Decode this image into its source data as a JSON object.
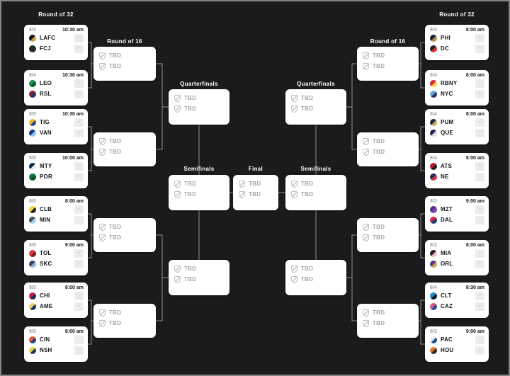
{
  "page": {
    "background": "#1b1b1d",
    "card_background": "#ffffff",
    "connector_color": "#8f8f8f",
    "header_text_color": "#ffffff",
    "muted_text_color": "#a8a8a8",
    "dark_text_color": "#141619"
  },
  "labels": {
    "round_of_32": "Round of 32",
    "round_of_16": "Round of 16",
    "quarterfinals": "Quarterfinals",
    "semifinals": "Semifinals",
    "final": "Final",
    "tbd": "TBD",
    "score_placeholder": "-"
  },
  "left_r32": [
    {
      "date": "8/3",
      "time": "10:30 am",
      "teams": [
        {
          "abbr": "LAFC",
          "c1": "#151515",
          "c2": "#c7a14e"
        },
        {
          "abbr": "FCJ",
          "c1": "#123524",
          "c2": "#2a2a2a"
        }
      ]
    },
    {
      "date": "8/4",
      "time": "10:30 am",
      "teams": [
        {
          "abbr": "LEO",
          "c1": "#16944a",
          "c2": "#0a5c2b"
        },
        {
          "abbr": "RSL",
          "c1": "#86203c",
          "c2": "#233a6b"
        }
      ]
    },
    {
      "date": "8/5",
      "time": "10:30 am",
      "teams": [
        {
          "abbr": "TIG",
          "c1": "#f4b71c",
          "c2": "#274b8a"
        },
        {
          "abbr": "VAN",
          "c1": "#123a7c",
          "c2": "#8fc3ec"
        }
      ]
    },
    {
      "date": "8/5",
      "time": "10:00 am",
      "teams": [
        {
          "abbr": "MTY",
          "c1": "#123150",
          "c2": "#e8eef5"
        },
        {
          "abbr": "POR",
          "c1": "#0f7a3d",
          "c2": "#0a5229"
        }
      ]
    },
    {
      "date": "8/5",
      "time": "8:00 am",
      "teams": [
        {
          "abbr": "CLB",
          "c1": "#f6d92c",
          "c2": "#242424"
        },
        {
          "abbr": "MIN",
          "c1": "#45525e",
          "c2": "#9fd7f2"
        }
      ]
    },
    {
      "date": "8/5",
      "time": "9:00 am",
      "teams": [
        {
          "abbr": "TOL",
          "c1": "#d63840",
          "c2": "#8f1b22"
        },
        {
          "abbr": "SKC",
          "c1": "#33466b",
          "c2": "#9cb3d8"
        }
      ]
    },
    {
      "date": "8/5",
      "time": "8:00 am",
      "teams": [
        {
          "abbr": "CHI",
          "c1": "#c31f3f",
          "c2": "#1b2f55"
        },
        {
          "abbr": "AME",
          "c1": "#e8d060",
          "c2": "#1d3a63"
        }
      ]
    },
    {
      "date": "8/5",
      "time": "8:00 am",
      "teams": [
        {
          "abbr": "CIN",
          "c1": "#e4572e",
          "c2": "#22418a"
        },
        {
          "abbr": "NSH",
          "c1": "#e5d93d",
          "c2": "#213a5f"
        }
      ]
    }
  ],
  "right_r32": [
    {
      "date": "8/4",
      "time": "8:00 am",
      "teams": [
        {
          "abbr": "PHI",
          "c1": "#17242f",
          "c2": "#b59455"
        },
        {
          "abbr": "DC",
          "c1": "#252525",
          "c2": "#d5372c"
        }
      ]
    },
    {
      "date": "8/4",
      "time": "8:00 am",
      "teams": [
        {
          "abbr": "RBNY",
          "c1": "#d7263c",
          "c2": "#f1d345"
        },
        {
          "abbr": "NYC",
          "c1": "#71a8d8",
          "c2": "#233a66"
        }
      ]
    },
    {
      "date": "8/4",
      "time": "8:00 am",
      "teams": [
        {
          "abbr": "PUM",
          "c1": "#1a2b47",
          "c2": "#c9a866"
        },
        {
          "abbr": "QUE",
          "c1": "#22224a",
          "c2": "#d8dde8"
        }
      ]
    },
    {
      "date": "8/4",
      "time": "8:00 am",
      "teams": [
        {
          "abbr": "ATS",
          "c1": "#c01a2e",
          "c2": "#222222"
        },
        {
          "abbr": "NE",
          "c1": "#1c2f55",
          "c2": "#cf3545"
        }
      ]
    },
    {
      "date": "8/3",
      "time": "9:00 am",
      "teams": [
        {
          "abbr": "MZT",
          "c1": "#5c2d8a",
          "c2": "#7b49ad"
        },
        {
          "abbr": "DAL",
          "c1": "#d92643",
          "c2": "#1f3f78"
        }
      ]
    },
    {
      "date": "8/3",
      "time": "8:00 am",
      "teams": [
        {
          "abbr": "MIA",
          "c1": "#222222",
          "c2": "#f2b6d2"
        },
        {
          "abbr": "ORL",
          "c1": "#5e3391",
          "c2": "#c9a84c"
        }
      ]
    },
    {
      "date": "8/4",
      "time": "8:30 am",
      "teams": [
        {
          "abbr": "CLT",
          "c1": "#1f8fd0",
          "c2": "#151515"
        },
        {
          "abbr": "CAZ",
          "c1": "#d9587f",
          "c2": "#2a4d9b"
        }
      ]
    },
    {
      "date": "8/3",
      "time": "9:00 am",
      "teams": [
        {
          "abbr": "PAC",
          "c1": "#e8edf4",
          "c2": "#2a4d86"
        },
        {
          "abbr": "HOU",
          "c1": "#ee7623",
          "c2": "#2b2b2b"
        }
      ]
    }
  ]
}
